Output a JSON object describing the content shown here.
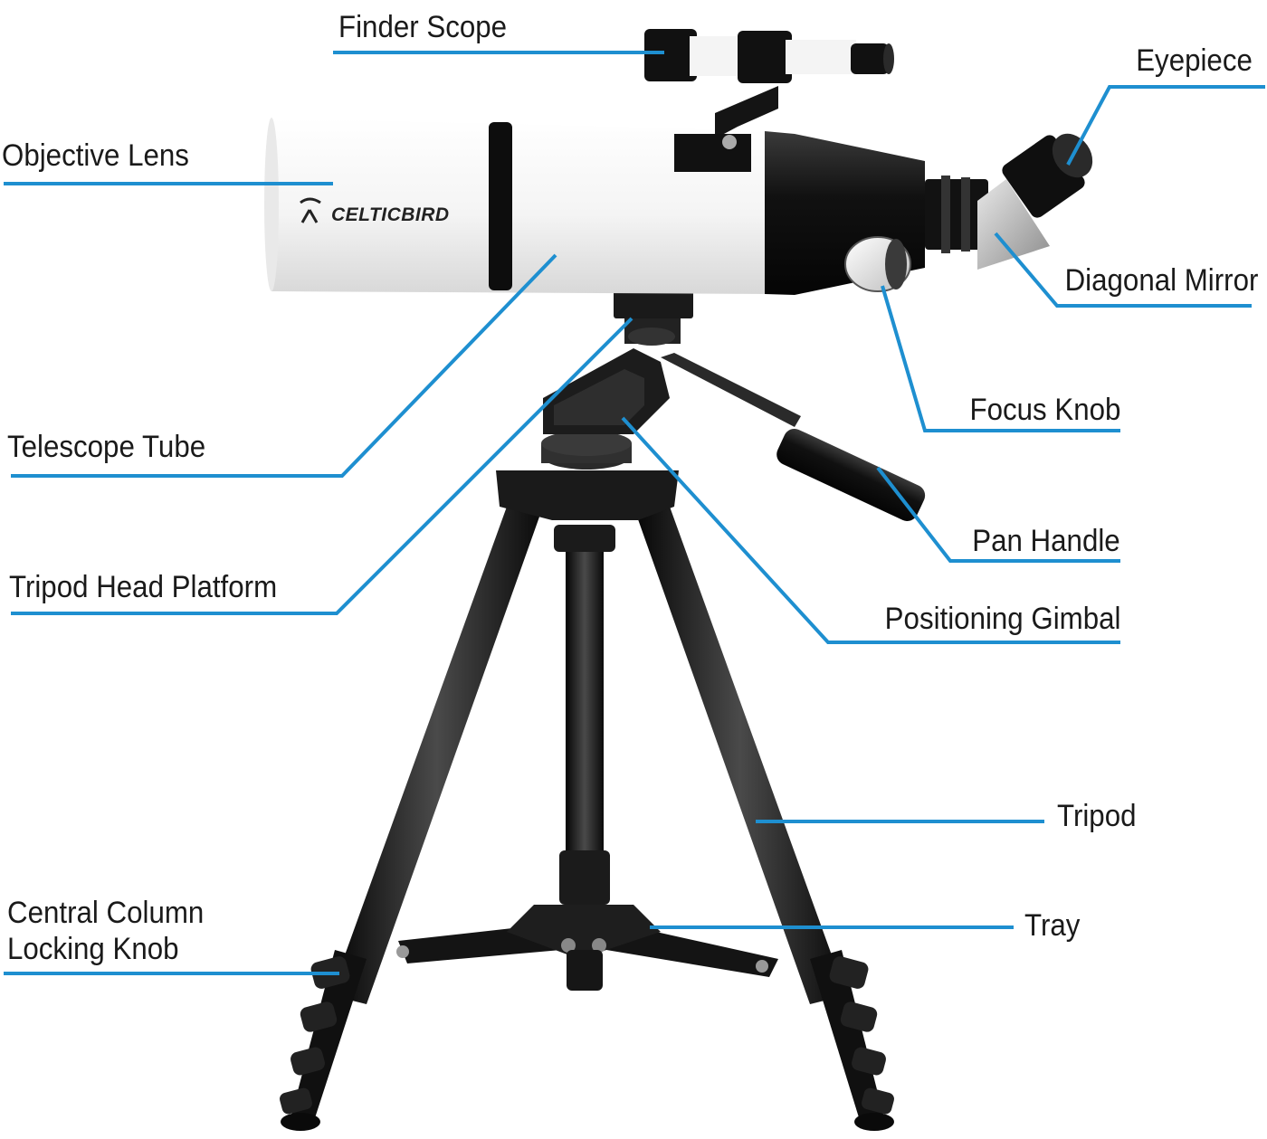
{
  "colors": {
    "leader": "#1e8fd0",
    "tube_white": "#f6f6f6",
    "tube_black": "#151515",
    "metal_dark": "#1d1d1d",
    "text": "#1a1a1a"
  },
  "brand": {
    "name": "CELTICBIRD",
    "logo_icon": "telescope-logo-icon"
  },
  "labels": {
    "finder_scope": "Finder Scope",
    "eyepiece": "Eyepiece",
    "objective_lens": "Objective Lens",
    "diagonal_mirror": "Diagonal Mirror",
    "focus_knob": "Focus Knob",
    "telescope_tube": "Telescope Tube",
    "pan_handle": "Pan Handle",
    "tripod_head_platform": "Tripod Head Platform",
    "positioning_gimbal": "Positioning Gimbal",
    "tripod": "Tripod",
    "tray": "Tray",
    "central_column_line1": "Central Column",
    "central_column_line2": "Locking Knob"
  }
}
